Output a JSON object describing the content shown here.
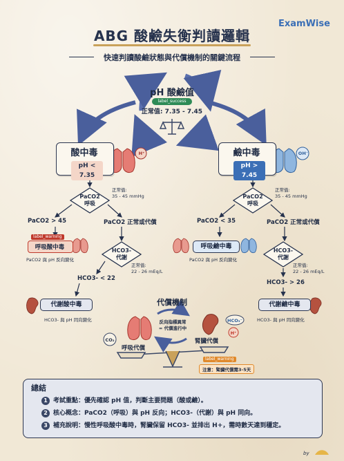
{
  "header": {
    "title": "ABG 酸鹼失衡判讀邏輯",
    "brand": "ExamWise",
    "subtitle": "快速判讀酸鹼狀態與代償機制的關鍵流程"
  },
  "center": {
    "title": "pH 酸鹼值",
    "badge": "label_success",
    "normal": "正常值: 7.35 - 7.45"
  },
  "acid": {
    "title": "酸中毒",
    "range": "pH < 7.35",
    "h_ion": "H⁺",
    "paco2_node": "PaCO2\n呼吸",
    "paco2_normal": "正常值:\n35 - 45 mmHg",
    "left_branch": "PaCO2 > 45",
    "right_branch": "PaCO2 正常或代償",
    "warn_tag": "label_warning",
    "resp_result": "呼吸酸中毒",
    "resp_note": "PaCO2 與 pH 反向變化",
    "hco3_node": "HCO3-\n代謝",
    "hco3_normal": "正常值:\n22 - 26 mEq/L",
    "hco3_branch": "HCO3- < 22",
    "metab_result": "代謝酸中毒",
    "metab_note": "HCO3- 與 pH 同向變化"
  },
  "alk": {
    "title": "鹼中毒",
    "range": "pH > 7.45",
    "oh_ion": "OH⁻",
    "paco2_node": "PaCO2\n呼吸",
    "paco2_normal": "正常值:\n35 - 45 mmHg",
    "left_branch": "PaCO2 < 35",
    "right_branch": "PaCO2 正常或代償",
    "resp_result": "呼吸鹼中毒",
    "resp_note": "PaCO2 與 pH 反向變化",
    "hco3_node": "HCO3-\n代謝",
    "hco3_normal": "正常值:\n22 - 26 mEq/L",
    "hco3_branch": "HCO3- > 26",
    "metab_result": "代謝鹼中毒",
    "metab_note": "HCO3- 與 pH 同向變化"
  },
  "compensation": {
    "title": "代償機制",
    "co2": "CO₂",
    "hco3_ion": "HCO₃⁻",
    "h_ion": "H⁺",
    "center_text": "反向指標異常\n= 代償進行中",
    "resp_label": "呼吸代償",
    "renal_label": "腎臟代償",
    "warn_tag": "label_warning",
    "renal_note": "注意：腎臟代償需3-5天"
  },
  "summary": {
    "title": "總結",
    "items": [
      {
        "num": "1",
        "text": "考試重點：優先確認 pH 值，判斷主要問題（酸或鹼）。"
      },
      {
        "num": "2",
        "text": "核心概念：PaCO2（呼吸）與 pH 反向；HCO3-（代謝）與 pH 同向。"
      },
      {
        "num": "3",
        "text": "補充說明：慢性呼吸酸中毒時，腎臟保留 HCO3- 並排出 H+，需時數天達到穩定。"
      }
    ]
  },
  "footer": {
    "by": "by"
  },
  "colors": {
    "navy": "#26324d",
    "gold": "#c9a15a",
    "acid_red": "#c0392b",
    "alk_blue": "#3b6fb6",
    "success": "#2e8b57"
  }
}
